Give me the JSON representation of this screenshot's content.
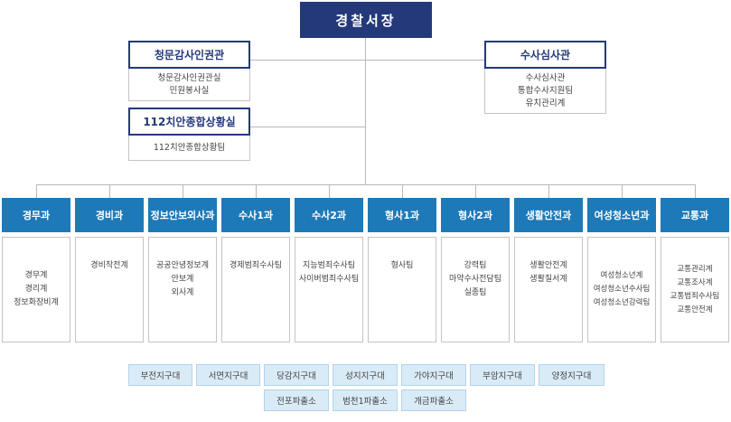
{
  "chief": "경찰서장",
  "staff": [
    {
      "title": "청문감사인권관",
      "items": [
        "청문감사인권관실",
        "민원봉사실"
      ]
    },
    {
      "title": "112치안종합상황실",
      "items": [
        "112치안종합상황팀"
      ]
    },
    {
      "title": "수사심사관",
      "items": [
        "수사심사관",
        "통합수사지원팀",
        "유치관리계"
      ]
    }
  ],
  "departments": [
    {
      "title": "경무과",
      "items": [
        "경무계",
        "경리계",
        "정보화장비계"
      ]
    },
    {
      "title": "경비과",
      "items": [
        "경비작전계"
      ]
    },
    {
      "title": "정보안보외사과",
      "items": [
        "공공안녕정보계",
        "안보계",
        "외사계"
      ]
    },
    {
      "title": "수사1과",
      "items": [
        "경제범죄수사팀"
      ]
    },
    {
      "title": "수사2과",
      "items": [
        "지능범죄수사팀",
        "사이버범죄수사팀"
      ]
    },
    {
      "title": "형사1과",
      "items": [
        "형사팀"
      ]
    },
    {
      "title": "형사2과",
      "items": [
        "강력팀",
        "마약수사전담팀",
        "실종팀"
      ]
    },
    {
      "title": "생활안전과",
      "items": [
        "생활안전계",
        "생활질서계"
      ]
    },
    {
      "title": "여성청소년과",
      "items": [
        "여성청소년계",
        "여성청소년수사팀",
        "여성청소년강력팀"
      ]
    },
    {
      "title": "교통과",
      "items": [
        "교통관리계",
        "교통조사계",
        "교통범죄수사팀",
        "교통안전계"
      ]
    }
  ],
  "posts_row1": [
    "부전지구대",
    "서면지구대",
    "당감지구대",
    "성지지구대",
    "가야지구대",
    "부암지구대",
    "양정지구대"
  ],
  "posts_row2": [
    "전포파출소",
    "범천1파출소",
    "개금파출소"
  ],
  "colors": {
    "chief": "#24397a",
    "staff_border": "#24397a",
    "dept": "#1e79b8",
    "post_fill": "#d9ebf7"
  }
}
